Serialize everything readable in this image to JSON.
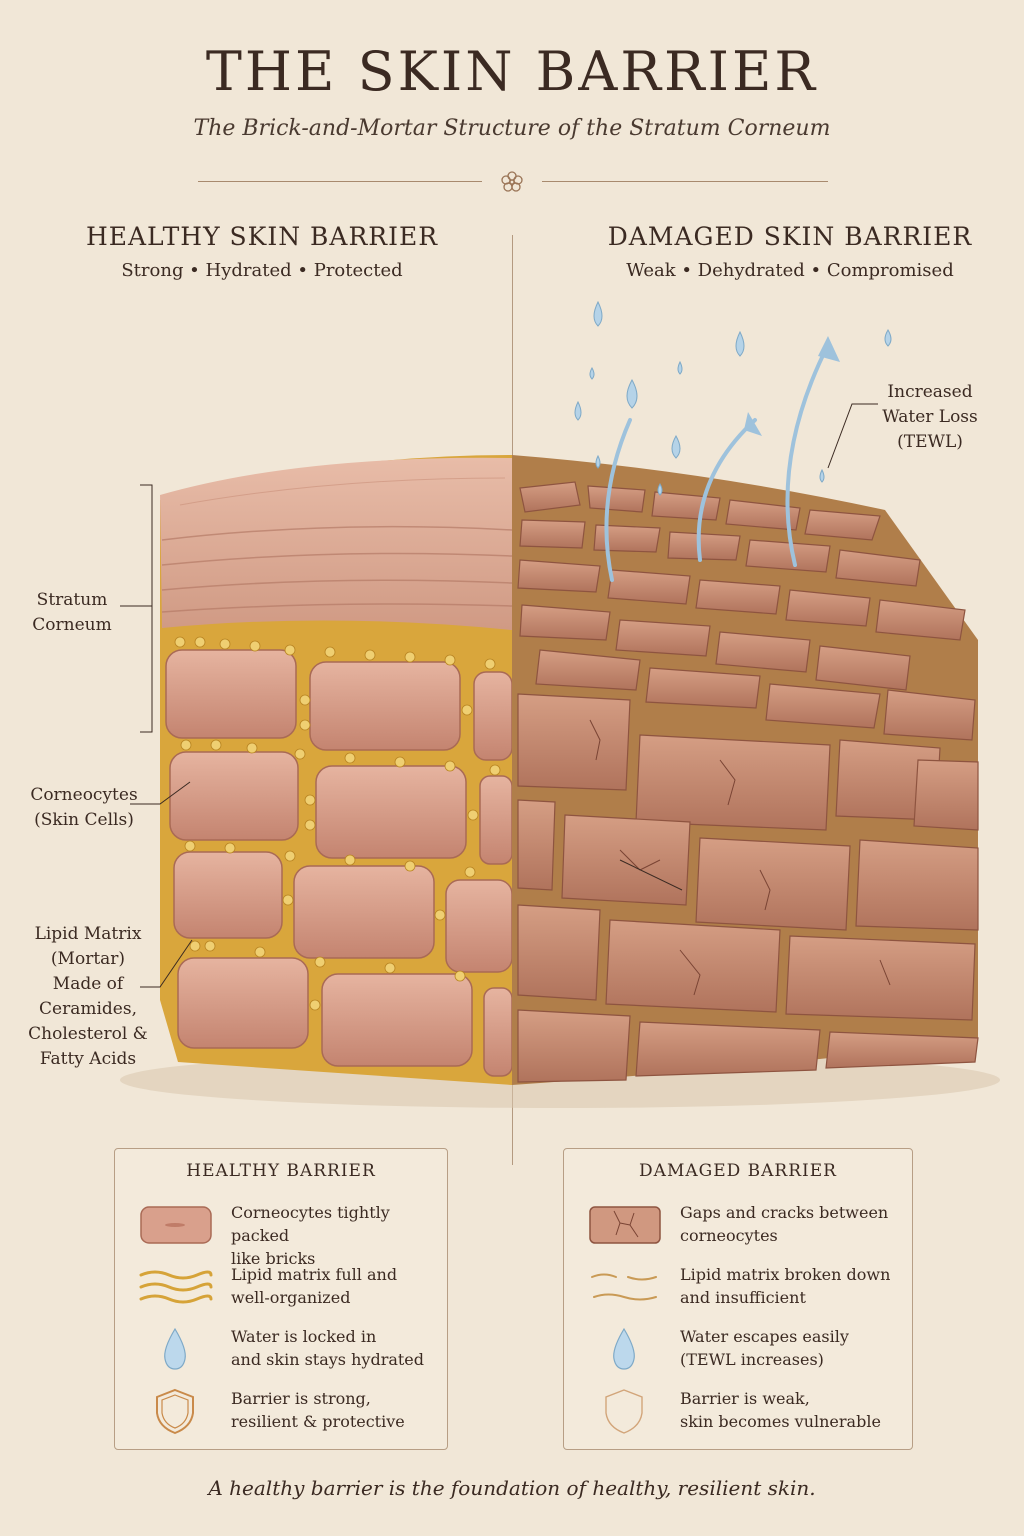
{
  "header": {
    "title": "THE SKIN BARRIER",
    "subtitle": "The Brick-and-Mortar Structure of the Stratum Corneum"
  },
  "healthy": {
    "heading": "HEALTHY SKIN BARRIER",
    "tagline": "Strong  •  Hydrated  •  Protected"
  },
  "damaged": {
    "heading": "DAMAGED SKIN BARRIER",
    "tagline": "Weak  •  Dehydrated  •  Compromised"
  },
  "labels": {
    "stratum_1": "Stratum",
    "stratum_2": "Corneum",
    "corneo_1": "Corneocytes",
    "corneo_2": "(Skin Cells)",
    "lipid_1": "Lipid Matrix",
    "lipid_2": "(Mortar)",
    "lipid_3": "Made of",
    "lipid_4": "Ceramides,",
    "lipid_5": "Cholesterol &",
    "lipid_6": "Fatty Acids",
    "tewl_1": "Increased",
    "tewl_2": "Water Loss",
    "tewl_3": "(TEWL)"
  },
  "legend_healthy": {
    "title": "HEALTHY BARRIER",
    "items": [
      {
        "icon": "brick-icon",
        "line1": "Corneocytes tightly packed",
        "line2": "like bricks"
      },
      {
        "icon": "lipid-wave-icon",
        "line1": "Lipid matrix full and",
        "line2": "well-organized"
      },
      {
        "icon": "water-drop-icon",
        "line1": "Water is locked in",
        "line2": "and skin stays hydrated"
      },
      {
        "icon": "shield-icon",
        "line1": "Barrier is strong,",
        "line2": "resilient & protective"
      }
    ]
  },
  "legend_damaged": {
    "title": "DAMAGED BARRIER",
    "items": [
      {
        "icon": "cracked-brick-icon",
        "line1": "Gaps and cracks between",
        "line2": "corneocytes"
      },
      {
        "icon": "broken-lipid-icon",
        "line1": "Lipid matrix broken down",
        "line2": "and insufficient"
      },
      {
        "icon": "water-drop-icon",
        "line1": "Water escapes easily",
        "line2": "(TEWL increases)"
      },
      {
        "icon": "weak-shield-icon",
        "line1": "Barrier is weak,",
        "line2": "skin becomes vulnerable"
      }
    ]
  },
  "footer": "A healthy barrier is the foundation of healthy, resilient skin.",
  "colors": {
    "background": "#f1e7d7",
    "brick": "#d49a85",
    "lipid": "#d9a53a",
    "water": "#9cc3de"
  }
}
